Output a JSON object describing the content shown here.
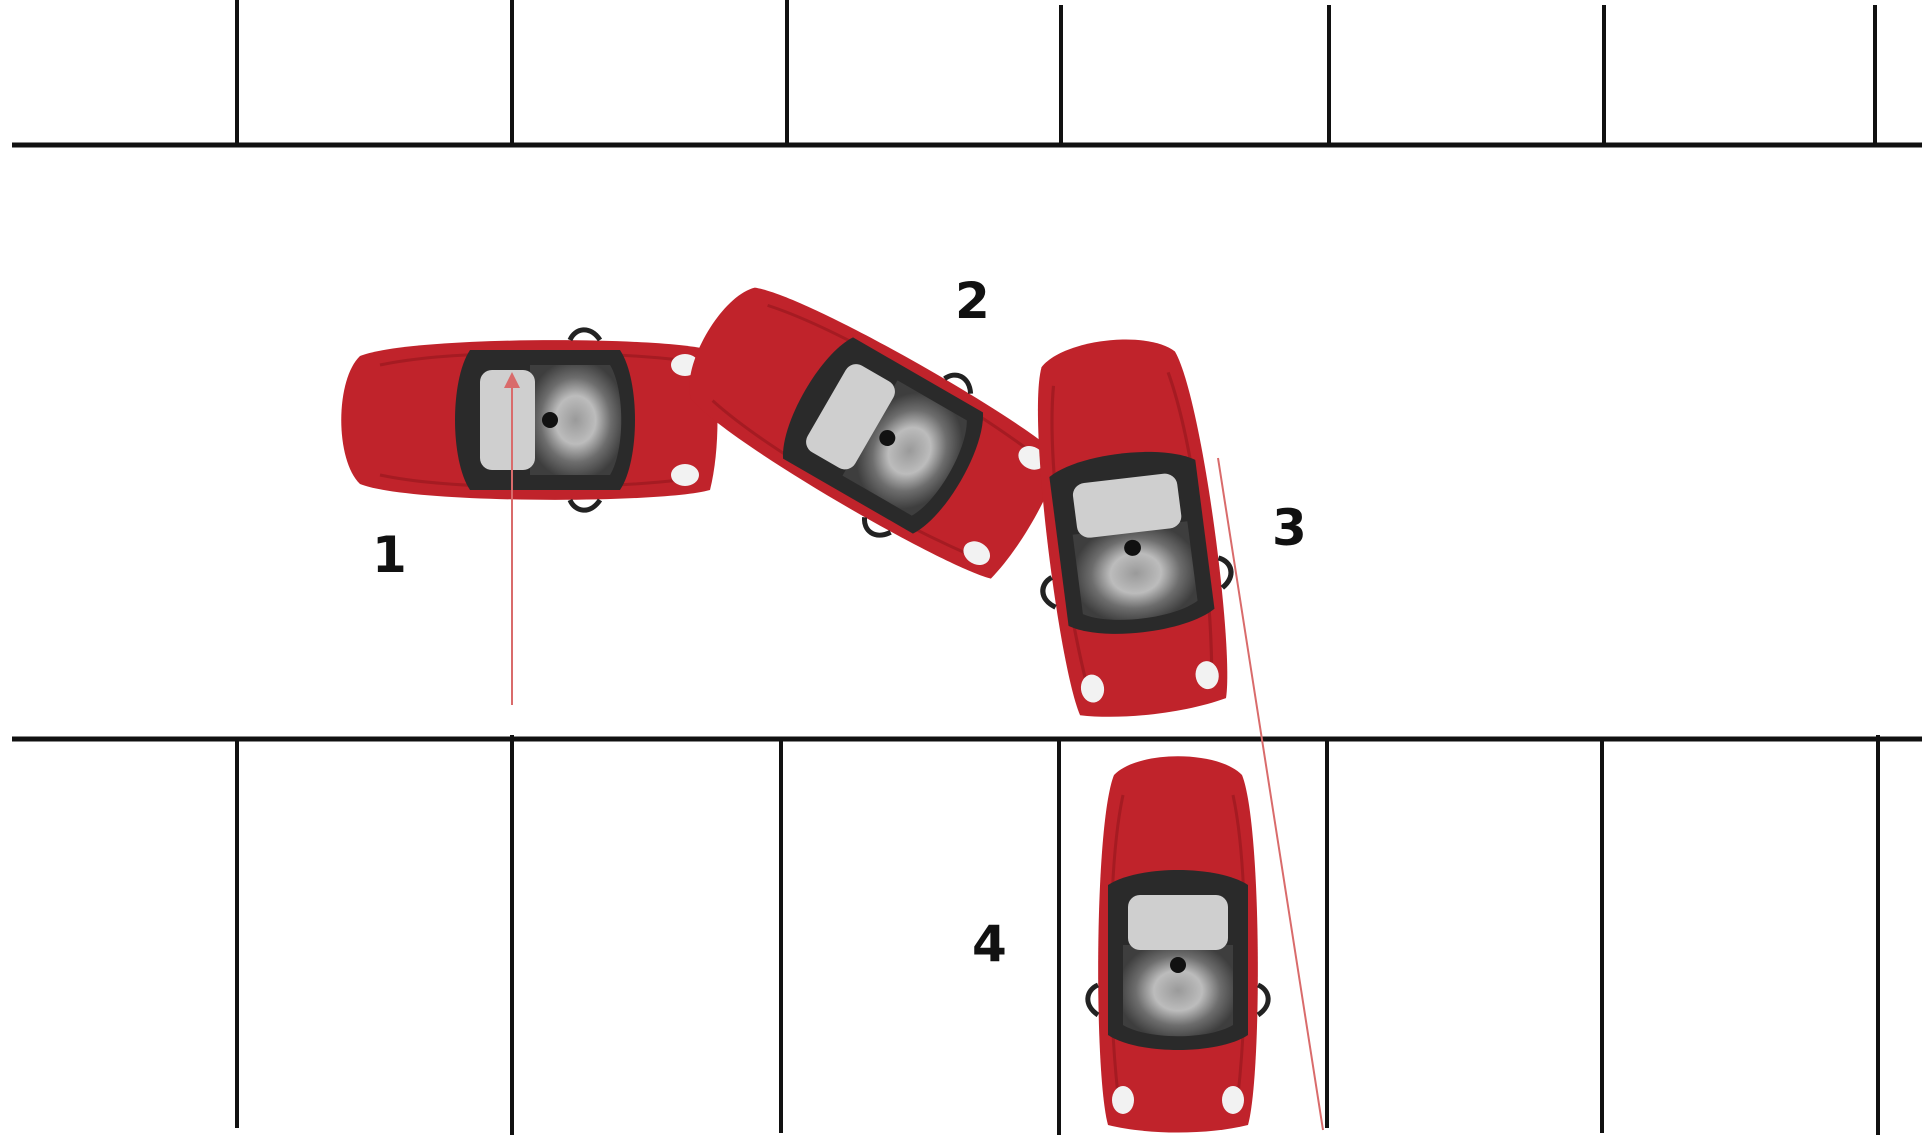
{
  "diagram": {
    "colors": {
      "background": "#ffffff",
      "lines": "#111111",
      "guide": "#d96b6b",
      "car_body": "#c0232b",
      "car_dark": "#2a2a2a",
      "car_seat": "#cfcfcf"
    },
    "steps": [
      {
        "id": "1",
        "label": "1"
      },
      {
        "id": "2",
        "label": "2"
      },
      {
        "id": "3",
        "label": "3"
      },
      {
        "id": "4",
        "label": "4"
      }
    ]
  }
}
